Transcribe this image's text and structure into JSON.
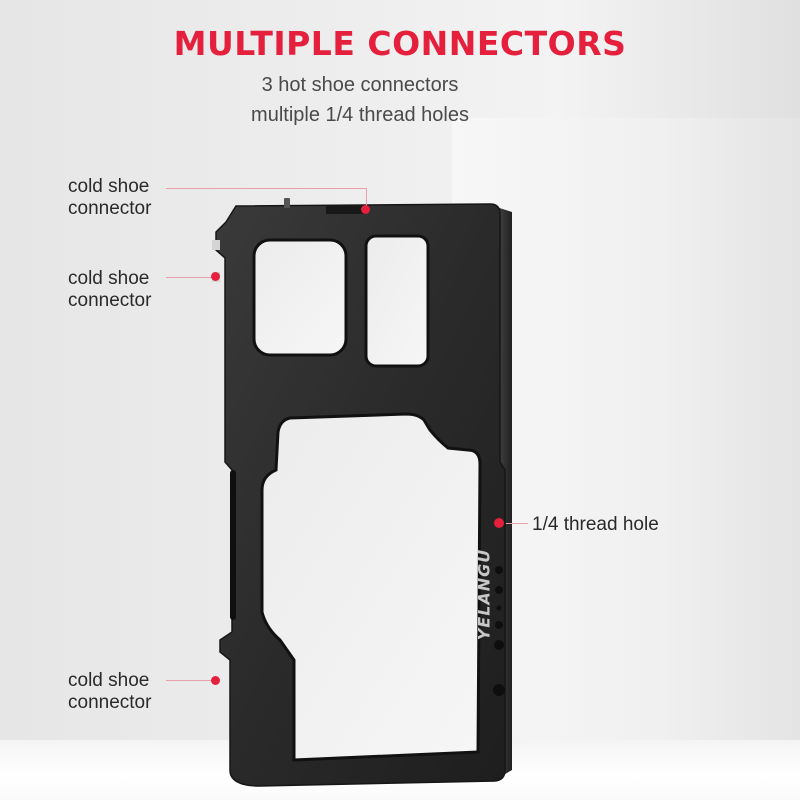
{
  "headline": "MULTIPLE CONNECTORS",
  "subtitle_line1": "3 hot shoe connectors",
  "subtitle_line2": "multiple 1/4 thread holes",
  "callouts": {
    "top_left_line1": "cold shoe",
    "top_left_line2": "connector",
    "mid_left_line1": "cold shoe",
    "mid_left_line2": "connector",
    "bottom_left_line1": "cold shoe",
    "bottom_left_line2": "connector",
    "right": "1/4 thread hole"
  },
  "brand_mark": "YELANGU",
  "colors": {
    "accent": "#e5203d",
    "leader": "#e8a0aa",
    "cage": "#2b2b2b"
  }
}
